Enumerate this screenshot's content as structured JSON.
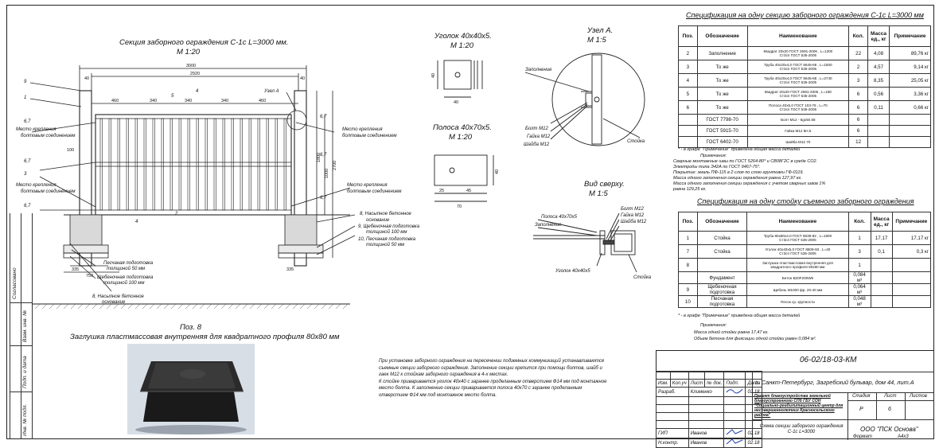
{
  "drawing": {
    "section_title": "Секция заборного ограждения С-1с L=3000 мм.",
    "section_scale": "М 1:20",
    "angle_title": "Уголок 40х40х5.",
    "angle_scale": "М 1:20",
    "strip_title": "Полоса 40х70х5.",
    "strip_scale": "М 1:20",
    "node_title": "Узел А.",
    "node_scale": "М 1:5",
    "topview_title": "Вид сверху.",
    "topview_scale": "М 1:5",
    "plug_title": "Поз. 8",
    "plug_subtitle": "Заглушка пластмассовая внутренняя для квадратного профиля 80х80 мм",
    "labels": {
      "fill": "Заполнение",
      "bolt": "Болт М12",
      "nut": "Гайка М12",
      "washer": "Шайба М12",
      "post": "Стойка",
      "strip": "Полоса 40х70х5",
      "angle": "Уголок 40х40х5",
      "node_a": "Узел А",
      "mount1": "Место крепления",
      "mount2": "болтовым соединением",
      "sand1": "Песчаная подготовка",
      "sand2": "толщиной 50 мм",
      "gravel1": "Щебеночная подготовка",
      "gravel2": "толщиной 100 мм",
      "base1": "8, Насыпное бетонное",
      "base2": "основание",
      "gravel_p1": "9, Щебеночная подготовка",
      "gravel_p2": "толщиной 100 мм",
      "sand_p1": "10, Песчаная подготовка",
      "sand_p2": "толщиной 50 мм",
      "base_low1": "8, Насыпное бетонное",
      "base_low2": "основание"
    },
    "dims": {
      "total": "3000",
      "inner": "2920",
      "d40": "40",
      "d460": "460",
      "d340": "340",
      "d335": "335",
      "d750": "750",
      "d100": "100",
      "d1000": "1000",
      "d1800": "1800",
      "d2000": "2000",
      "d2700": "2700",
      "d25": "25",
      "d45": "45",
      "d70": "70"
    }
  },
  "spec1": {
    "title": "Спецификация на одну секцию заборного ограждения С-1с L=3000 мм",
    "headers": [
      "Поз.",
      "Обозначение",
      "Наименование",
      "Кол.",
      "Масса ед., кг",
      "Примечание"
    ],
    "rows": [
      {
        "pos": "2",
        "designation": "Заполнение",
        "name_a": "Квадрат 20х20 ГОСТ 2591-2006 , L=1200",
        "name_b": "Ст3сп ГОСТ 535-2005",
        "qty": "22",
        "mass": "4,08",
        "note": "89,76 кг"
      },
      {
        "pos": "3",
        "designation": "То же",
        "name_a": "Труба 40х20х4,0 ГОСТ 8645-68 , L=1500",
        "name_b": "Ст3сп ГОСТ 535-2005",
        "qty": "2",
        "mass": "4,57",
        "note": "9,14 кг"
      },
      {
        "pos": "4",
        "designation": "То же",
        "name_a": "Труба 40х20х4,0 ГОСТ 8645-68 , L=2740",
        "name_b": "Ст3сп ГОСТ 535-2005",
        "qty": "3",
        "mass": "8,35",
        "note": "25,05 кг"
      },
      {
        "pos": "5",
        "designation": "То же",
        "name_a": "Квадрат 20х20 ГОСТ 2591-2006 , L=180",
        "name_b": "Ст3сп ГОСТ 535-2005",
        "qty": "6",
        "mass": "0,56",
        "note": "3,36 кг"
      },
      {
        "pos": "6",
        "designation": "То же",
        "name_a": "Полоса 40х5,0 ГОСТ 103-76 , L=70",
        "name_b": "Ст3сп ГОСТ 535-2005",
        "qty": "6",
        "mass": "0,11",
        "note": "0,66 кг"
      },
      {
        "pos": "",
        "designation": "ГОСТ 7798-70",
        "name_a": "Болт М12 - 6gх50.58",
        "name_b": "",
        "qty": "6",
        "mass": "",
        "note": ""
      },
      {
        "pos": "",
        "designation": "ГОСТ 5915-70",
        "name_a": "Гайка М12 6Н.5",
        "name_b": "",
        "qty": "6",
        "mass": "",
        "note": ""
      },
      {
        "pos": "",
        "designation": "ГОСТ 6402-70",
        "name_a": "Шайба М12 70",
        "name_b": "",
        "qty": "12",
        "mass": "",
        "note": ""
      }
    ],
    "footnote": "* - в графе \"Примечание\" приведена общая масса деталей",
    "notes_title": "Примечания:",
    "notes": [
      "Сварные монтажные швы по ГОСТ 5264-80* и СВ08Г2С в среде СО2.",
      "Электроды типа Э42А по ГОСТ 9467-75*.",
      "Покрытие: эмаль ПФ-115 в 2 слоя по слою грунтовки ГФ-0119.",
      "Масса одного заполнения секции ограждения равна 127,97 кг.",
      "Масса одного заполнения секции ограждения с учетом сварных швов 1%",
      "равна 129,25 кг."
    ]
  },
  "spec2": {
    "title": "Спецификация на одну стойку съемного заборного ограждения",
    "headers": [
      "Поз.",
      "Обозначение",
      "Наименование",
      "Кол.",
      "Масса ед., кг",
      "Примечание"
    ],
    "rows": [
      {
        "pos": "1",
        "designation": "Стойка",
        "name_a": "Труба 80х80х4,0 ГОСТ 8639-82 , L=1800",
        "name_b": "Ст3сп ГОСТ 535-2005",
        "qty": "1",
        "mass": "17,17",
        "note": "17,17 кг"
      },
      {
        "pos": "7",
        "designation": "Стойка",
        "name_a": "Уголок 40х40х5,0 ГОСТ 8509-93 , L=40",
        "name_b": "Ст3сп ГОСТ 535-2005",
        "qty": "3",
        "mass": "0,1",
        "note": "0,3 кг"
      },
      {
        "pos": "8",
        "designation": "",
        "name_a": "Заглушка пластмассовая внутренняя для",
        "name_b": "квадратного профиля 80х80 мм",
        "qty": "1",
        "mass": "",
        "note": ""
      },
      {
        "pos": "",
        "designation": "Фундамент",
        "name_a": "Бетон В20F200W6",
        "name_b": "",
        "qty": "0,084 м³",
        "mass": "",
        "note": ""
      },
      {
        "pos": "9",
        "designation": "Щебеночная подготовка",
        "name_a": "Щебень М1000 фр. 20-40 мм",
        "name_b": "",
        "qty": "0,064 м³",
        "mass": "",
        "note": ""
      },
      {
        "pos": "10",
        "designation": "Песчаная подготовка",
        "name_a": "Песок ср. крупности",
        "name_b": "",
        "qty": "0,048 м³",
        "mass": "",
        "note": ""
      }
    ],
    "footnote": "* - в графе \"Примечание\" приведена общая масса деталей",
    "notes_title": "Примечания:",
    "notes": [
      "Масса одной стойки равна 17,47 кг.",
      "Объем бетона для фиксации одной стойки равен 0,084 м³."
    ]
  },
  "install_text": [
    "При установке заборного ограждения на пересечении подземных коммуникаций устанавливаются",
    "съемные секции заборного ограждения. Заполнение секции крепится при помощи болтов, шайб и",
    "гаек М12 к стойкам заборного ограждения в 4-х местах.",
    "К стойке приваривается уголок 40х40 с заранее проделанным отверстием Ф14 мм под монтажное",
    "место болта. К заполнению секции приваривается полоса 40х70 с заранее проделанным",
    "отверстием Ф14 мм под монтажное место болта."
  ],
  "side_labels": [
    "Согласовано",
    "Взам. инв. №",
    "Подп. и дата",
    "Инв. № подл."
  ],
  "title_block": {
    "code": "06-02/18-03-КМ",
    "address": "г. Санкт-Петербург, Загребский бульвар, дом 44, лит.А",
    "project": "Проект благоустройства земельной благоустроенного СПб ГБУ СОН \"Социально-реабилитационный центр для несовершеннолетних Красносельского района\"",
    "stage_h": "Стадия",
    "sheet_h": "Лист",
    "sheets_h": "Листов",
    "stage": "Р",
    "sheet": "6",
    "sheets": "",
    "drawing_name": "Схема секции заборного ограждения С-1с L=3000",
    "company": "ООО \"ПСК Основа\"",
    "format_label": "Формат",
    "format": "А4х3",
    "header_cells": [
      "Изм.",
      "Кол.уч",
      "Лист",
      "№ док.",
      "Подп.",
      "Дата"
    ],
    "people": [
      {
        "role": "Разраб.",
        "name": "Клименко",
        "date": "02.18"
      },
      {
        "role": "ГИП",
        "name": "Иванов",
        "date": "02.18"
      },
      {
        "role": "Н.контр.",
        "name": "Иванов",
        "date": "02.18"
      }
    ]
  }
}
